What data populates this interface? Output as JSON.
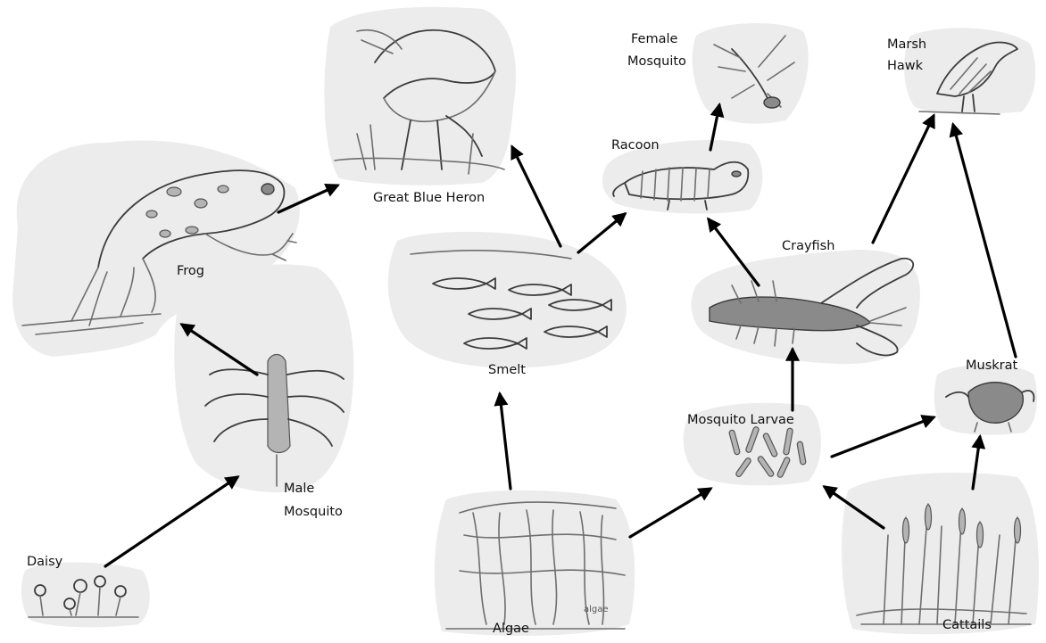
{
  "organisms": {
    "frog": "Frog",
    "great_blue_heron": "Great Blue Heron",
    "female_mosquito_line1": "Female",
    "female_mosquito_line2": "Mosquito",
    "marsh_hawk_line1": "Marsh",
    "marsh_hawk_line2": "Hawk",
    "racoon": "Racoon",
    "crayfish": "Crayfish",
    "smelt": "Smelt",
    "muskrat": "Muskrat",
    "mosquito_larvae": "Mosquito Larvae",
    "male_mosquito_line1": "Male",
    "male_mosquito_line2": "Mosquito",
    "daisy": "Daisy",
    "algae": "Algae",
    "cattails": "Cattails"
  },
  "drawing_annotations": {
    "algae_scribble": "algae"
  },
  "links": [
    {
      "from": "Daisy",
      "to": "Male Mosquito"
    },
    {
      "from": "Male Mosquito",
      "to": "Frog"
    },
    {
      "from": "Frog",
      "to": "Great Blue Heron"
    },
    {
      "from": "Smelt",
      "to": "Great Blue Heron"
    },
    {
      "from": "Smelt",
      "to": "Racoon"
    },
    {
      "from": "Racoon",
      "to": "Female Mosquito"
    },
    {
      "from": "Crayfish",
      "to": "Racoon"
    },
    {
      "from": "Crayfish",
      "to": "Marsh Hawk"
    },
    {
      "from": "Muskrat",
      "to": "Marsh Hawk"
    },
    {
      "from": "Algae",
      "to": "Smelt"
    },
    {
      "from": "Algae",
      "to": "Mosquito Larvae"
    },
    {
      "from": "Mosquito Larvae",
      "to": "Crayfish"
    },
    {
      "from": "Mosquito Larvae",
      "to": "Muskrat"
    },
    {
      "from": "Cattails",
      "to": "Mosquito Larvae"
    },
    {
      "from": "Cattails",
      "to": "Muskrat"
    }
  ]
}
